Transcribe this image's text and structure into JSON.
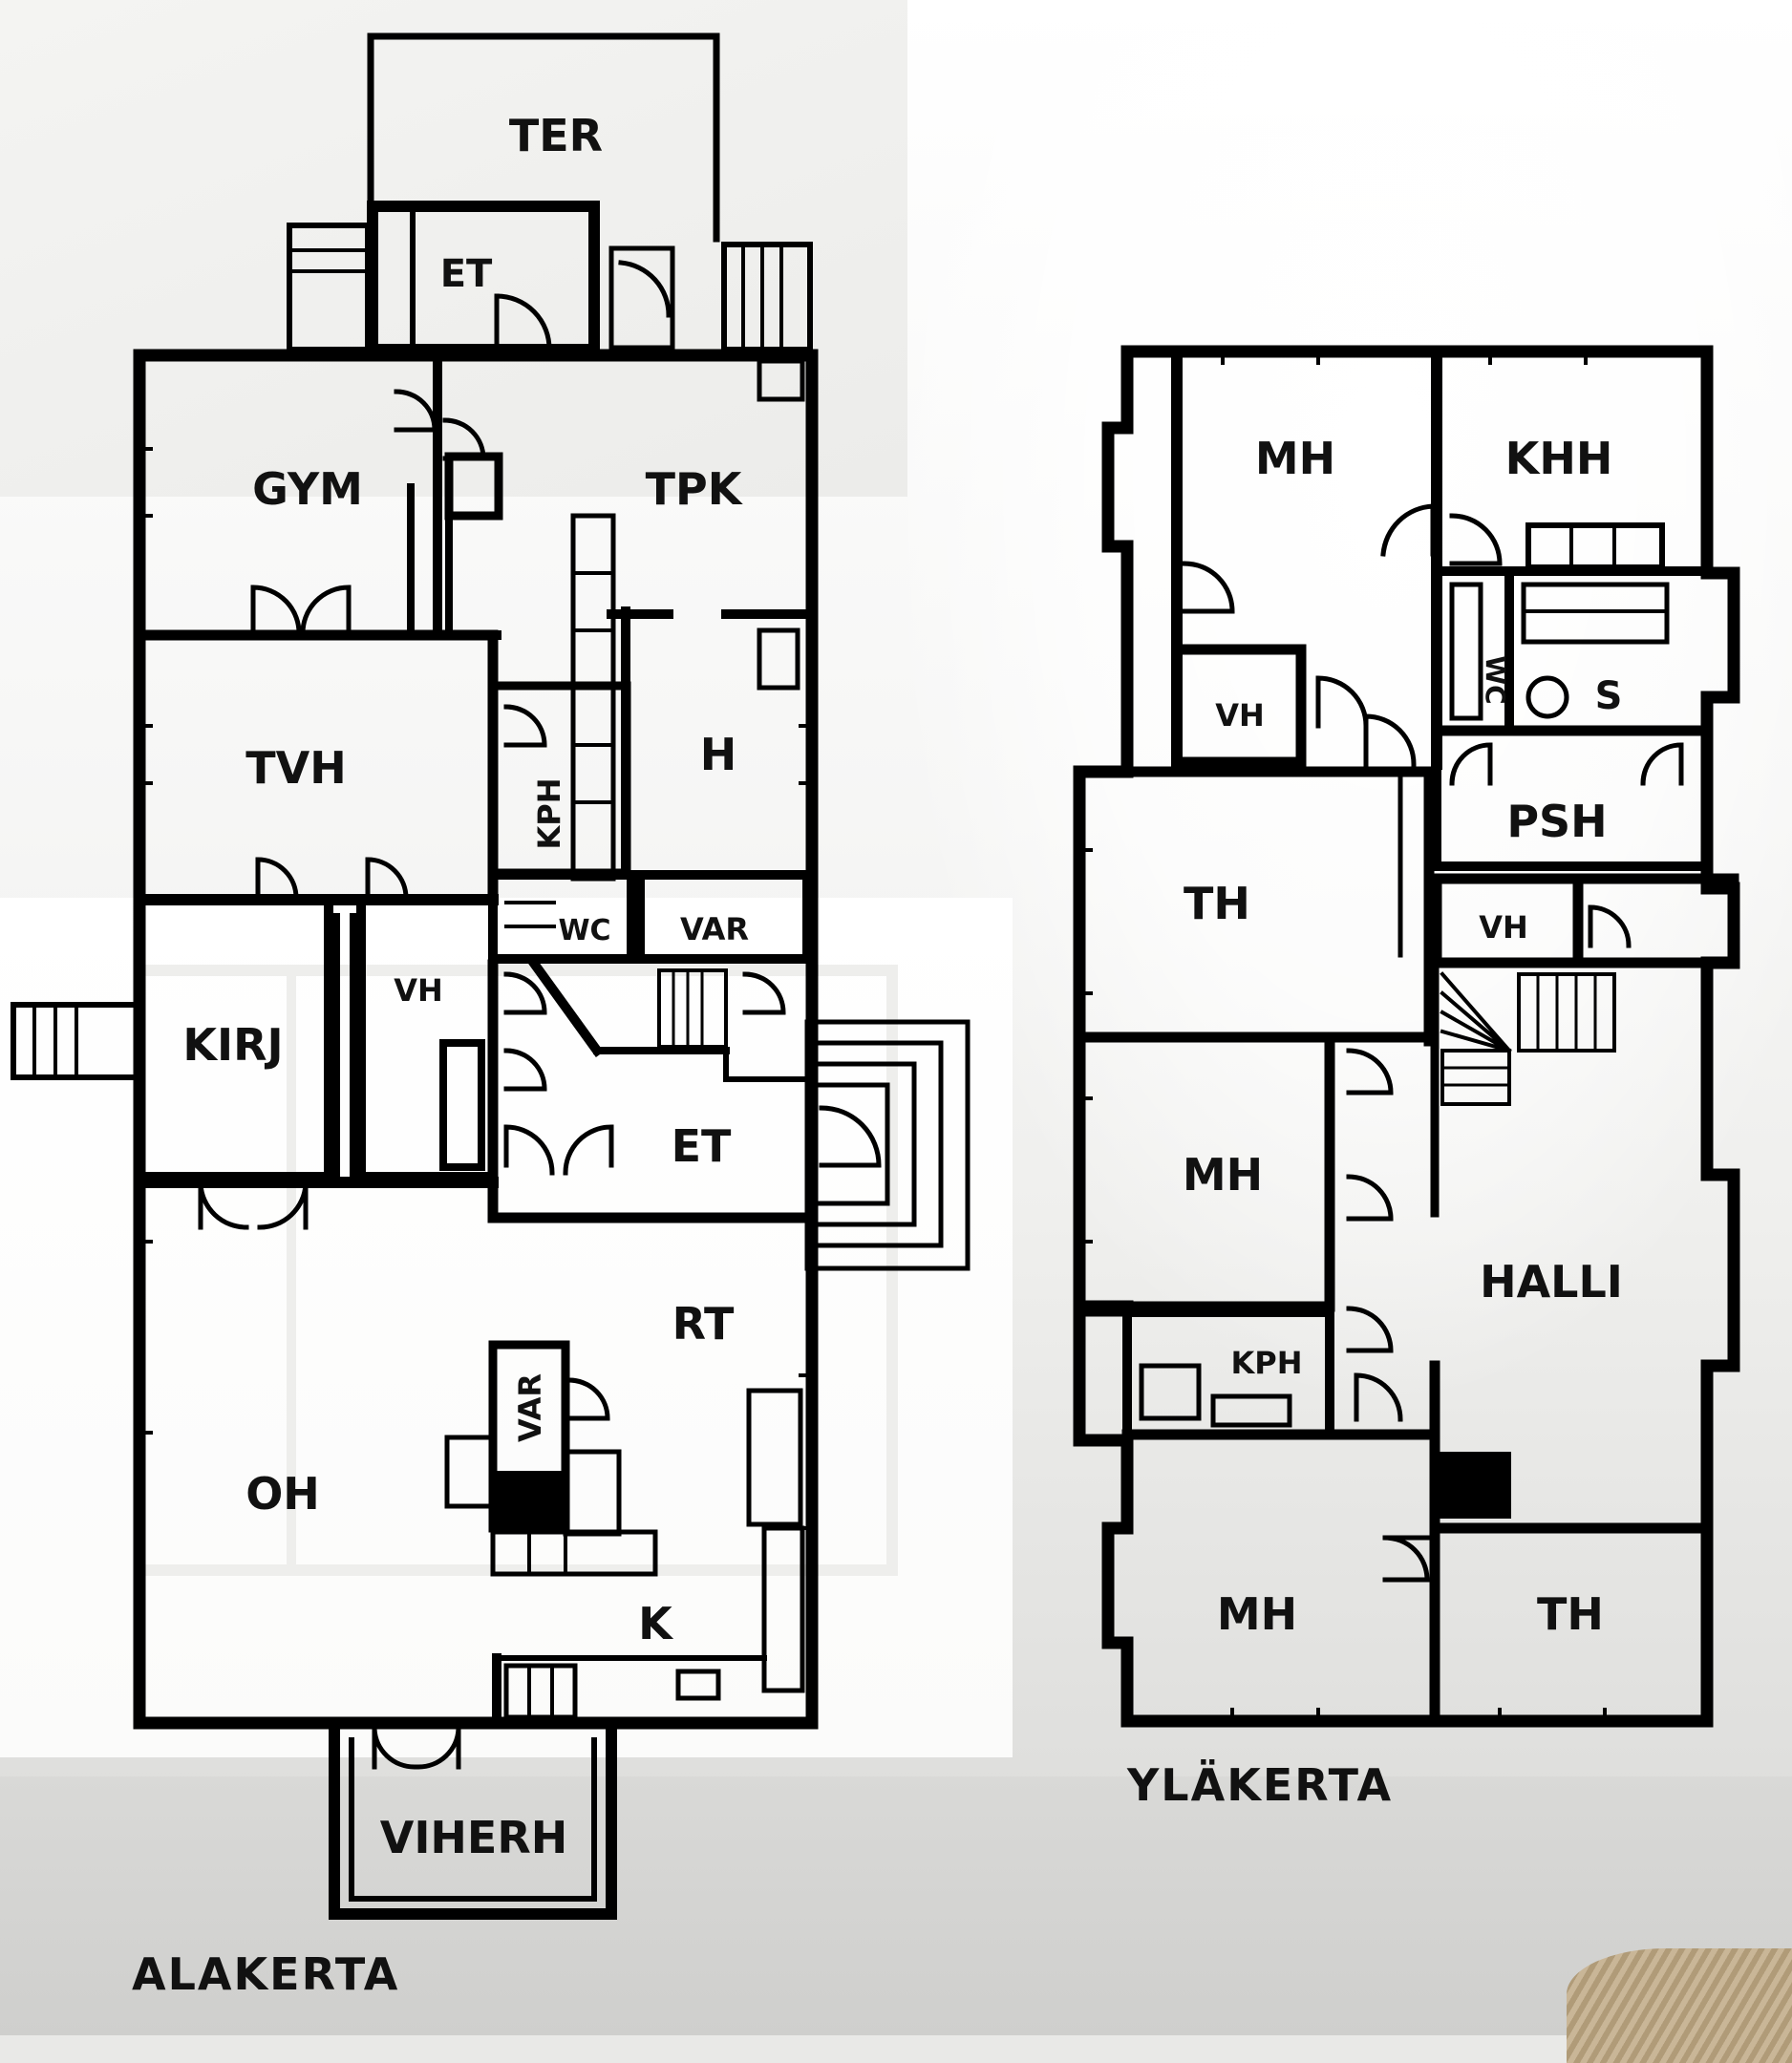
{
  "floors": [
    {
      "caption": "ALAKERTA",
      "rooms": [
        "TER",
        "ET",
        "GYM",
        "TPK",
        "TVH",
        "H",
        "KPH",
        "WC",
        "VAR",
        "KIRJ",
        "VH",
        "ET",
        "RT",
        "VAR",
        "OH",
        "K",
        "VIHERH"
      ]
    },
    {
      "caption": "YLÄKERTA",
      "rooms": [
        "MH",
        "KHH",
        "VH",
        "WC",
        "S",
        "PSH",
        "TH",
        "VH",
        "MH",
        "HALLI",
        "KPH",
        "MH",
        "TH"
      ]
    }
  ]
}
